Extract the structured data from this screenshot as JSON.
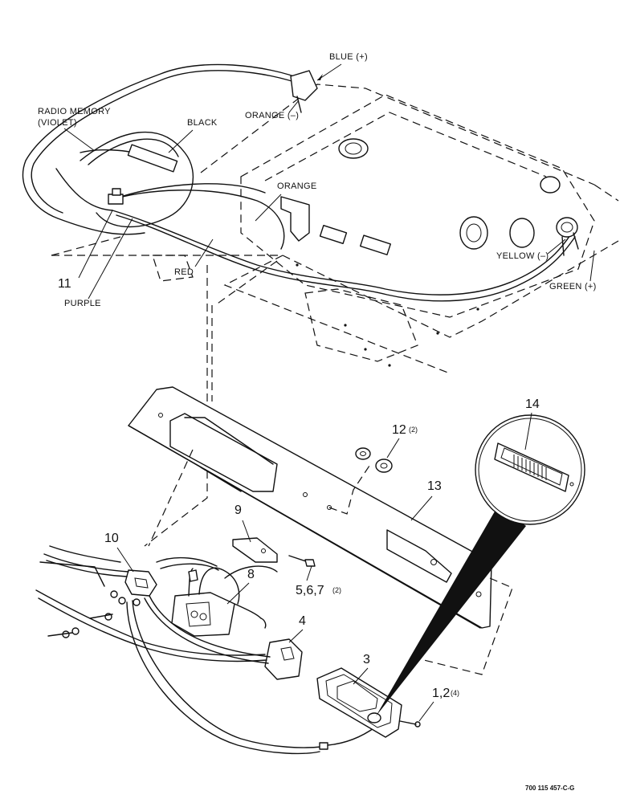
{
  "wire_labels": {
    "blue": "BLUE (+)",
    "orange_neg": "ORANGE (–)",
    "radio_memory": "RADIO MEMORY",
    "violet": "(VIOLET)",
    "black": "BLACK",
    "orange": "ORANGE",
    "red": "RED",
    "purple": "PURPLE",
    "yellow_neg": "YELLOW (–)",
    "green_pos": "GREEN (+)"
  },
  "callouts": {
    "c11": "11",
    "c14": "14",
    "c12": "12",
    "c12_qty": "(2)",
    "c13": "13",
    "c9": "9",
    "c10": "10",
    "c8": "8",
    "c567": "5,6,7",
    "c567_qty": "(2)",
    "c4": "4",
    "c3": "3",
    "c12b": "1,2",
    "c12b_qty": "(4)"
  },
  "drawing_number": "700 115 457-C-G"
}
